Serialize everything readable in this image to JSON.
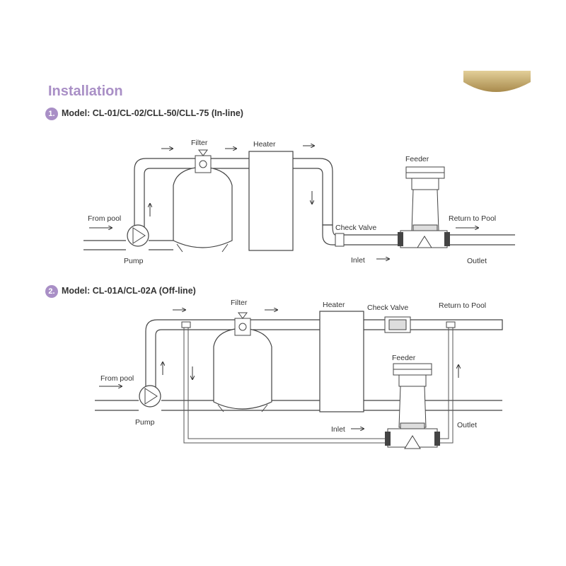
{
  "title": "Installation",
  "section1": {
    "number": "1.",
    "text": "Model: CL-01/CL-02/CLL-50/CLL-75 (In-line)"
  },
  "section2": {
    "number": "2.",
    "text": "Model: CL-01A/CL-02A (Off-line)"
  },
  "diagram1": {
    "filter": "Filter",
    "heater": "Heater",
    "feeder": "Feeder",
    "from_pool": "From pool",
    "pump": "Pump",
    "check_valve": "Check Valve",
    "return": "Return to Pool",
    "inlet": "Inlet",
    "outlet": "Outlet"
  },
  "diagram2": {
    "filter": "Filter",
    "heater": "Heater",
    "check_valve": "Check Valve",
    "return": "Return to Pool",
    "feeder": "Feeder",
    "from_pool": "From pool",
    "pump": "Pump",
    "inlet": "Inlet",
    "outlet": "Outlet"
  },
  "colors": {
    "accent": "#a98fc6",
    "gold": "#c8a964"
  }
}
